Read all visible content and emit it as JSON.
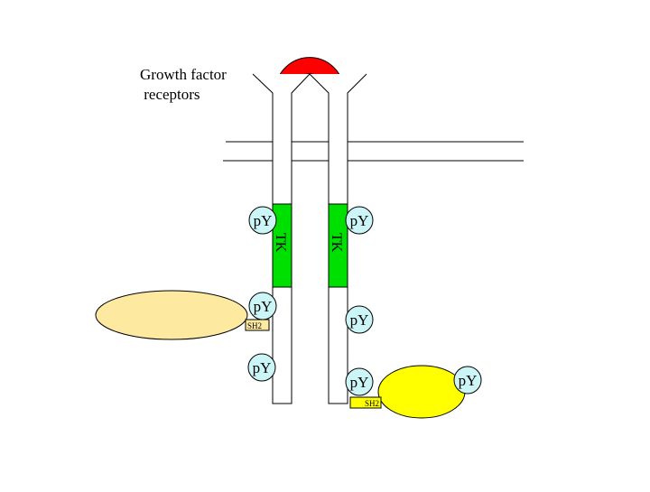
{
  "title_lines": [
    "Growth factor",
    " receptors"
  ],
  "labels": {
    "py": "pY",
    "tk": "TK",
    "sh2": "SH2"
  },
  "colors": {
    "ligand": "#ff0000",
    "kinase_domain": "#00e000",
    "phosphotyrosine": "#ccf5f8",
    "adaptor_left": "#fde9a0",
    "adaptor_right": "#ffff00",
    "membrane": "#000000",
    "receptor": "#ffffff"
  }
}
